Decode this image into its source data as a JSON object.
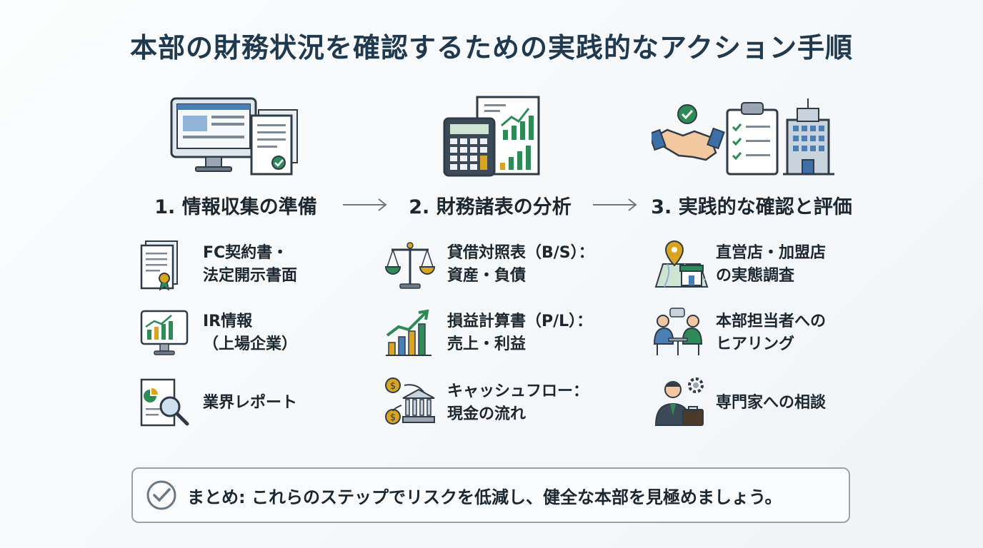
{
  "title": "本部の財務状況を確認するための実践的なアクション手順",
  "steps": [
    {
      "label": "1. 情報収集の準備",
      "hero_icon": "computer-documents-icon"
    },
    {
      "label": "2. 財務諸表の分析",
      "hero_icon": "calculator-charts-icon"
    },
    {
      "label": "3. 実践的な確認と評価",
      "hero_icon": "handshake-checklist-building-icon"
    }
  ],
  "items": {
    "col1": [
      {
        "text": "FC契約書・\n法定開示書面",
        "icon": "contract-documents-icon"
      },
      {
        "text": "IR情報\n（上場企業）",
        "icon": "monitor-chart-icon"
      },
      {
        "text": "業界レポート",
        "icon": "report-magnifier-icon"
      }
    ],
    "col2": [
      {
        "text": "貸借対照表（B/S）：\n資産・負債",
        "icon": "balance-scale-icon"
      },
      {
        "text": "損益計算書（P/L）：\n売上・利益",
        "icon": "growth-bar-chart-icon"
      },
      {
        "text": "キャッシュフロー：\n現金の流れ",
        "icon": "cash-flow-bank-icon"
      }
    ],
    "col3": [
      {
        "text": "直営店・加盟店\nの実態調査",
        "icon": "map-store-icon"
      },
      {
        "text": "本部担当者への\nヒアリング",
        "icon": "meeting-icon"
      },
      {
        "text": "専門家への相談",
        "icon": "consultant-icon"
      }
    ]
  },
  "summary": "まとめ: これらのステップでリスクを低減し、健全な本部を見極めましょう。",
  "colors": {
    "navy": "#1f3a4f",
    "green": "#2e8b57",
    "gold": "#d9a521",
    "blue": "#4a7fb5"
  }
}
